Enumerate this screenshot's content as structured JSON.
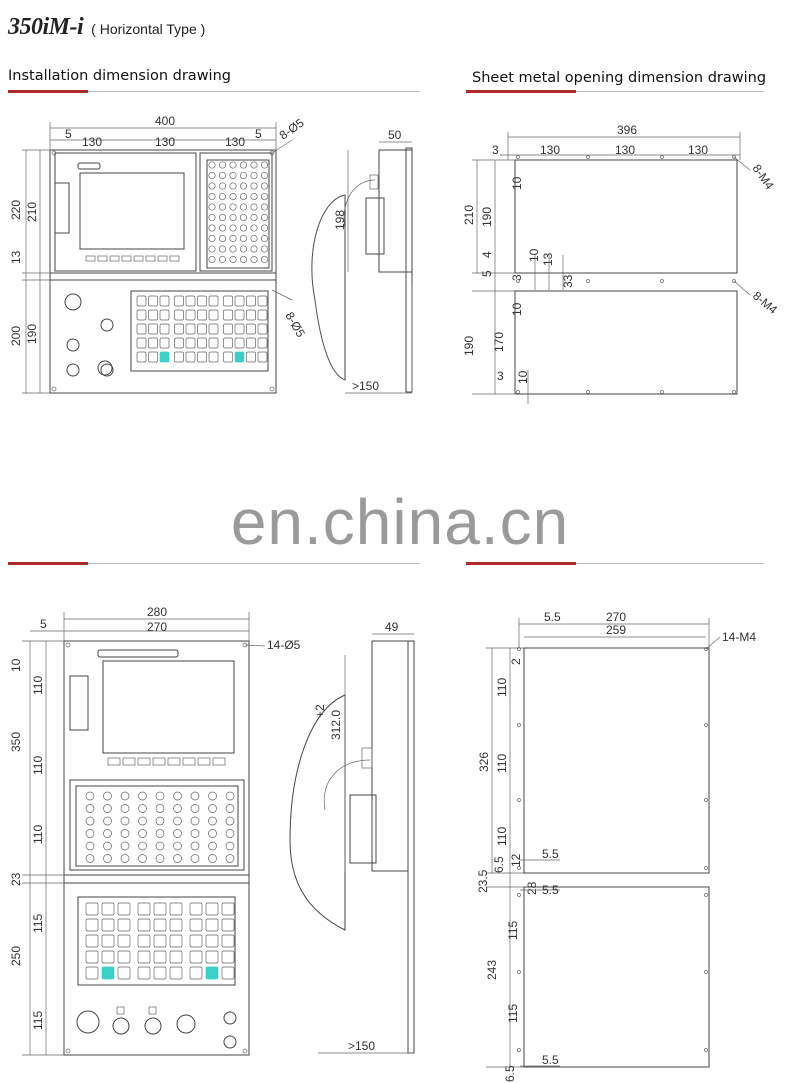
{
  "header": {
    "model": "350iM-i",
    "subtitle": "( Horizontal Type )"
  },
  "sections": {
    "install": "Installation dimension drawing",
    "sheet": "Sheet metal opening dimension drawing"
  },
  "watermark": "en.china.cn",
  "colors": {
    "accent_red": "#b0292b",
    "key_highlight": "#3ad0c8"
  },
  "top_install": {
    "w400": "400",
    "d5a": "5",
    "d130a": "130",
    "d130b": "130",
    "d130c": "130",
    "d5b": "5",
    "holes": "8-Ø5",
    "holes2": "8-Ø5",
    "h220": "220",
    "h210": "210",
    "h13": "13",
    "h200": "200",
    "h190": "190"
  },
  "top_side": {
    "d50": "50",
    "d198": "198",
    "d150": ">150"
  },
  "top_sheet": {
    "w396": "396",
    "d3": "3",
    "d130a": "130",
    "d130b": "130",
    "d130c": "130",
    "m4a": "8-M4",
    "m4b": "8-M4",
    "h210": "210",
    "h10a": "10",
    "h190": "190",
    "d4": "4",
    "d10": "10",
    "d13": "13",
    "d5": "5",
    "d3b": "3",
    "d33": "33",
    "h10b": "10",
    "h190b": "190",
    "h170": "170",
    "d3c": "3",
    "d10c": "10"
  },
  "bot_install": {
    "w280": "280",
    "d5": "5",
    "w270": "270",
    "holes": "14-Ø5",
    "d10": "10",
    "h110a": "110",
    "h350": "350",
    "h110b": "110",
    "h110c": "110",
    "d23": "23",
    "h115a": "115",
    "h250": "250",
    "h115b": "115"
  },
  "bot_side": {
    "d49": "49",
    "d312": "312.0",
    "tol": "+2",
    "d150": ">150"
  },
  "bot_sheet": {
    "d5_5a": "5.5",
    "w270": "270",
    "w259": "259",
    "m4": "14-M4",
    "d2": "2",
    "h110a": "110",
    "h326": "326",
    "h110b": "110",
    "h110c": "110",
    "d6_5a": "6.5",
    "d12": "12",
    "d5_5b": "5.5",
    "d23_5": "23.5",
    "d28": "28",
    "d5_5c": "5.5",
    "h115a": "115",
    "h243": "243",
    "h115b": "115",
    "d5_5d": "5.5",
    "d6_5b": "6.5"
  }
}
